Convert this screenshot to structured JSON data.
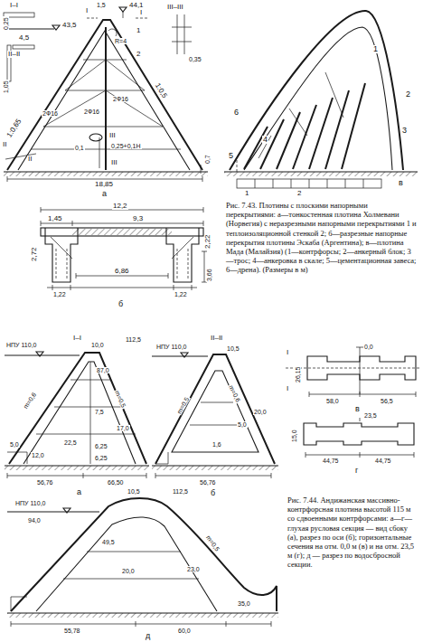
{
  "diagram": {
    "caption": "Рис. 7.43. Плотины с плоскими напорными перекрытиями: а—тонкостенная плотина Холмевани (Норвегия) с неразрезными напорными перекрытиями 1 и теплоизоляционной стенкой 2; б—разрезные напорные перекрытия плотины Эскаба (Аргентина); в—плотина Мада (Малайзия) (1—контрфорсы; 2—анкерный блок; 3—трос; 4—анкеровка в скале; 5—цементационная завеса; 6—дрена). (Размеры в м)",
    "labels": [
      "I–I",
      "0,25",
      "4,5",
      "II–II",
      "1,05",
      "43,5",
      "I",
      "1,5",
      "44,1",
      "I",
      "III–III",
      "1",
      "R=4",
      "2",
      "0,35",
      "2Ф16",
      "1:0,65",
      "1:0,5",
      "2Ф16",
      "2Ф16",
      "0,1",
      "0,25+0,1Н",
      "II",
      "II",
      "III",
      "III",
      "0,7",
      "18,85",
      "а",
      "12,2",
      "1,45",
      "9,3",
      "2,72",
      "2,22",
      "3,66",
      "1,22",
      "6,86",
      "1,22",
      "б",
      "1",
      "2",
      "3",
      "4",
      "6",
      "5",
      "1",
      "2",
      "в",
      "I–I",
      "НПУ 110,0",
      "10,0",
      "112,5",
      "87,0",
      "m=0,6",
      "m=0,5",
      "7,5",
      "17,0",
      "22,5",
      "6,25",
      "5,0",
      "12,0",
      "6,25",
      "56,76",
      "66,50",
      "а",
      "II–II",
      "НПУ 110,0",
      "10,5",
      "m=0,5",
      "m=0,6",
      "5,0",
      "20,0",
      "1,6",
      "56,76",
      "б",
      "0,0",
      "I",
      "I",
      "26,15",
      "58,0",
      "56,5",
      "в",
      "15,0",
      "23,5",
      "44,75",
      "44,75",
      "г",
      "10,5",
      "112,5",
      "НПУ 110,0",
      "94,0",
      "m=0,5",
      "49,5",
      "20,0",
      "23,0",
      "35,0",
      "55,78",
      "60,0",
      "д",
      "Рис. 7.44. Андижанская массивно-контрфорсная плотина высотой 115 м со сдвоенными контрфорсами: а—г— глухая русловая секция — вид сбоку (а), разрез по оси (б); горизонтальные сечения на отм. 0,0 м (в) и на отм. 23,5 м (г); д — разрез по водосбросной секции."
    ]
  }
}
